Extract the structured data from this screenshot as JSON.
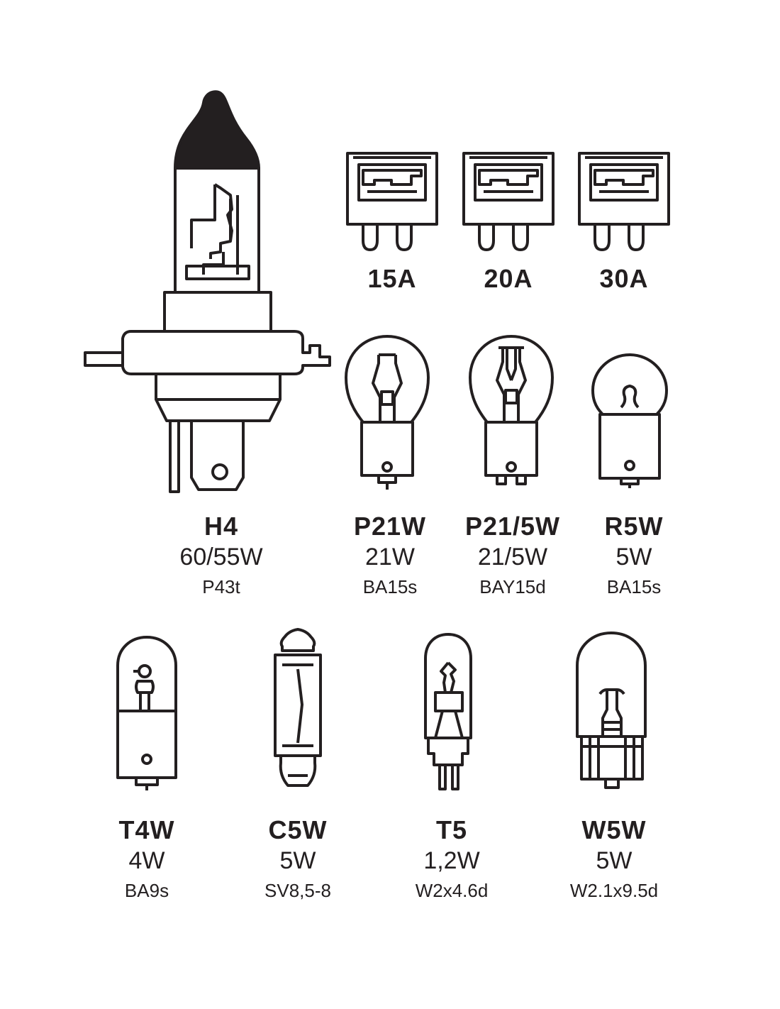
{
  "fuses": [
    {
      "label": "15A"
    },
    {
      "label": "20A"
    },
    {
      "label": "30A"
    }
  ],
  "bulbs": [
    {
      "name": "H4",
      "wattage": "60/55W",
      "base": "P43t"
    },
    {
      "name": "P21W",
      "wattage": "21W",
      "base": "BA15s"
    },
    {
      "name": "P21/5W",
      "wattage": "21/5W",
      "base": "BAY15d"
    },
    {
      "name": "R5W",
      "wattage": "5W",
      "base": "BA15s"
    },
    {
      "name": "T4W",
      "wattage": "4W",
      "base": "BA9s"
    },
    {
      "name": "C5W",
      "wattage": "5W",
      "base": "SV8,5-8"
    },
    {
      "name": "T5",
      "wattage": "1,2W",
      "base": "W2x4.6d"
    },
    {
      "name": "W5W",
      "wattage": "5W",
      "base": "W2.1x9.5d"
    }
  ],
  "colors": {
    "ink": "#231f20",
    "background": "#ffffff"
  }
}
